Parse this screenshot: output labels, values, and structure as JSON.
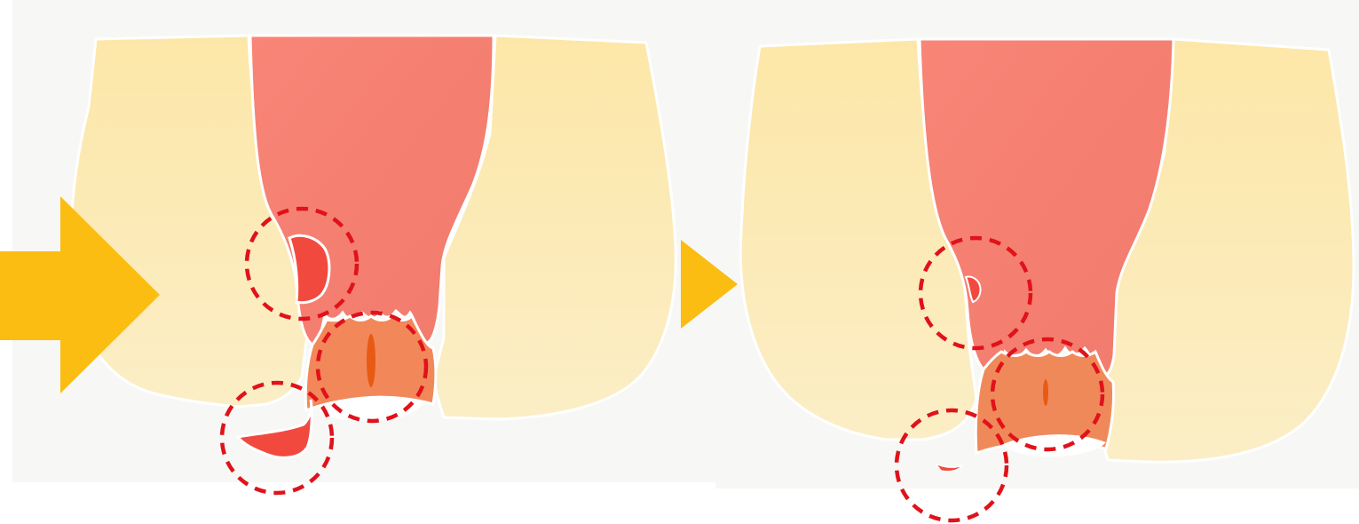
{
  "image": {
    "description_free": true,
    "panels": [
      {
        "id": "before",
        "stage": "before"
      },
      {
        "id": "after",
        "stage": "after"
      }
    ]
  },
  "colors": {
    "background_panel": "#f7f7f5",
    "skin": "#fbe6a6",
    "rectum": "#f68a7a",
    "anal_canal": "#f2885a",
    "lesion": "#f2493f",
    "slit": "#e85a14",
    "outline": "#ffffff",
    "marker_circle": "#e0121a",
    "arrow": "#fbbd12"
  },
  "markers": {
    "before": [
      "internal-hemorrhoid-marker",
      "anal-canal-marker",
      "external-hemorrhoid-marker"
    ],
    "after": [
      "internal-hemorrhoid-marker",
      "anal-canal-marker",
      "external-hemorrhoid-marker"
    ]
  }
}
